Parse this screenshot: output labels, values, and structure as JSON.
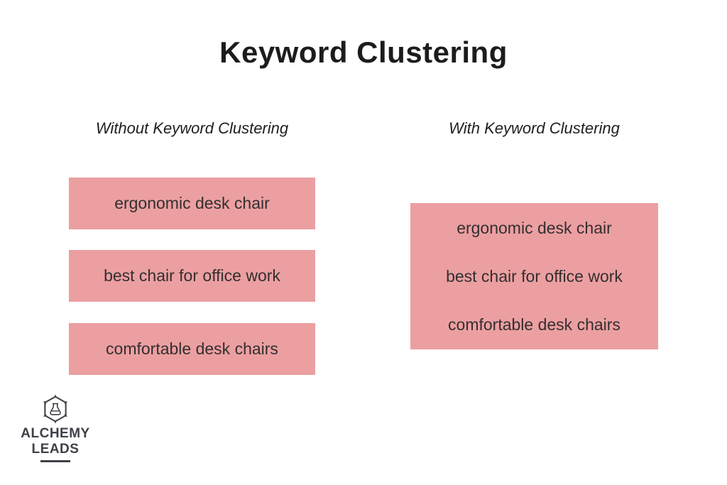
{
  "title": "Keyword Clustering",
  "left_column": {
    "heading": "Without Keyword Clustering",
    "keywords": [
      "ergonomic desk chair",
      "best chair for office work",
      "comfortable desk chairs"
    ]
  },
  "right_column": {
    "heading": "With Keyword Clustering",
    "keywords": [
      "ergonomic desk chair",
      "best chair for office work",
      "comfortable desk chairs"
    ]
  },
  "logo": {
    "icon": "flask-hexagon-icon",
    "name_line1": "ALCHEMY",
    "name_line2": "LEADS"
  },
  "colors": {
    "background": "#ffffff",
    "keyword_box_bg": "#ec9fa1",
    "keyword_text": "#332f30",
    "logo_color": "#3e4148"
  }
}
